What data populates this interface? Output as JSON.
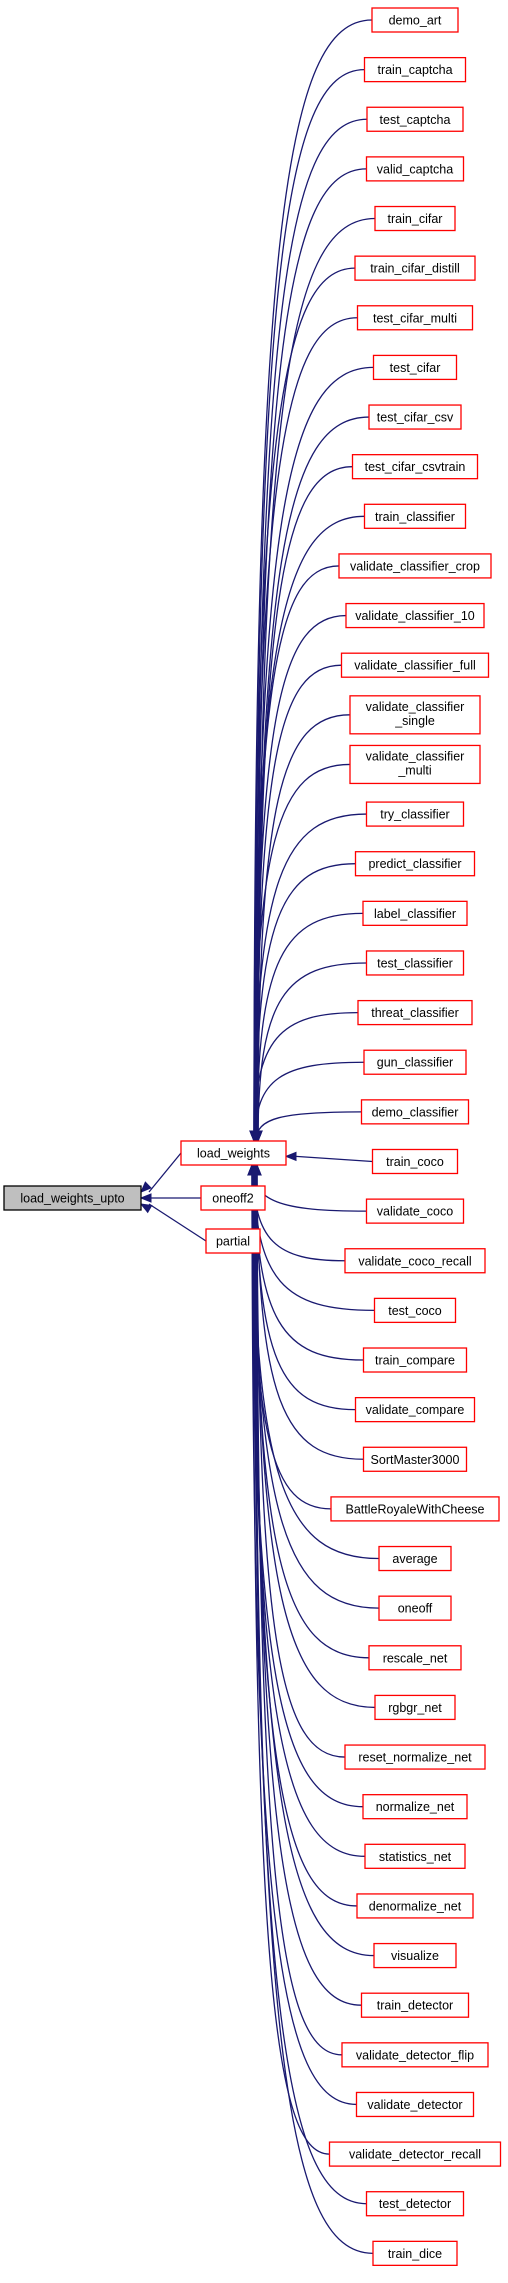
{
  "graph": {
    "root": "load_weights_upto",
    "direct_callers": [
      "load_weights",
      "oneoff2",
      "partial"
    ],
    "hub": "load_weights",
    "hub_callers": [
      [
        "demo_art"
      ],
      [
        "train_captcha"
      ],
      [
        "test_captcha"
      ],
      [
        "valid_captcha"
      ],
      [
        "train_cifar"
      ],
      [
        "train_cifar_distill"
      ],
      [
        "test_cifar_multi"
      ],
      [
        "test_cifar"
      ],
      [
        "test_cifar_csv"
      ],
      [
        "test_cifar_csvtrain"
      ],
      [
        "train_classifier"
      ],
      [
        "validate_classifier_crop"
      ],
      [
        "validate_classifier_10"
      ],
      [
        "validate_classifier_full"
      ],
      [
        "validate_classifier",
        "_single"
      ],
      [
        "validate_classifier",
        "_multi"
      ],
      [
        "try_classifier"
      ],
      [
        "predict_classifier"
      ],
      [
        "label_classifier"
      ],
      [
        "test_classifier"
      ],
      [
        "threat_classifier"
      ],
      [
        "gun_classifier"
      ],
      [
        "demo_classifier"
      ],
      [
        "train_coco"
      ],
      [
        "validate_coco"
      ],
      [
        "validate_coco_recall"
      ],
      [
        "test_coco"
      ],
      [
        "train_compare"
      ],
      [
        "validate_compare"
      ],
      [
        "SortMaster3000"
      ],
      [
        "BattleRoyaleWithCheese"
      ],
      [
        "average"
      ],
      [
        "oneoff"
      ],
      [
        "rescale_net"
      ],
      [
        "rgbgr_net"
      ],
      [
        "reset_normalize_net"
      ],
      [
        "normalize_net"
      ],
      [
        "statistics_net"
      ],
      [
        "denormalize_net"
      ],
      [
        "visualize"
      ],
      [
        "train_detector"
      ],
      [
        "validate_detector_flip"
      ],
      [
        "validate_detector"
      ],
      [
        "validate_detector_recall"
      ],
      [
        "test_detector"
      ],
      [
        "train_dice"
      ]
    ],
    "colors": {
      "edge": "#191970",
      "node_border": "#ff0000",
      "root_fill": "#bfbfbf",
      "root_border": "#000000"
    }
  }
}
